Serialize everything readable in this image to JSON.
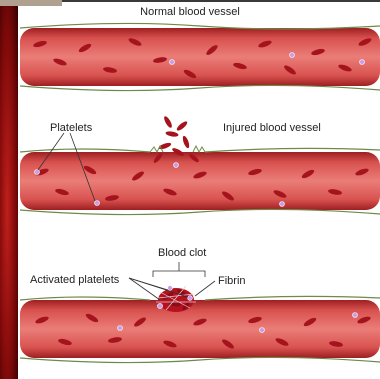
{
  "labels": {
    "normal_vessel": "Normal blood vessel",
    "platelets": "Platelets",
    "injured_vessel": "Injured blood vessel",
    "blood_clot": "Blood clot",
    "activated_platelets": "Activated platelets",
    "fibrin": "Fibrin"
  },
  "colors": {
    "vessel_wall": "#b8312f",
    "vessel_lumen": "#e06a66",
    "red_cell": "#a5141c",
    "platelet": "#c9a0e8",
    "fibrin": "#7a9a4a",
    "left_bg": "#8a0a0a"
  }
}
